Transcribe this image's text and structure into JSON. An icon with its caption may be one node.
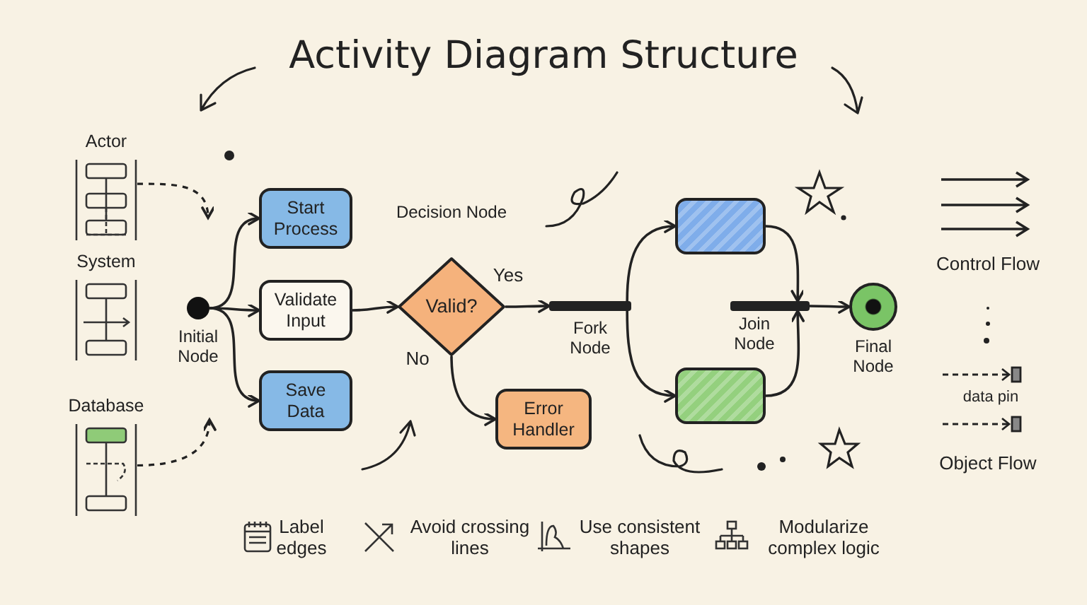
{
  "diagram": {
    "title": "Activity Diagram Structure",
    "nodes": [
      {
        "text": [],
        "shape": "circle",
        "beside": [
          "Initial Node"
        ]
      },
      {
        "text": [
          "Start Process"
        ]
      },
      {
        "text": [
          "Validate Input"
        ]
      },
      {
        "text": [
          "Save Data"
        ]
      },
      {
        "text": [
          "Decision Node",
          "Valid?"
        ]
      },
      {
        "text": [],
        "shape": "bar",
        "beside": [
          "Fork Node"
        ]
      },
      {
        "text": [
          "Error Handler"
        ]
      },
      {
        "text": [],
        "shape": "box"
      },
      {
        "text": [],
        "shape": "box"
      },
      {
        "text": [],
        "shape": "bar",
        "beside": [
          "Join Node"
        ]
      },
      {
        "text": [],
        "shape": "circle",
        "beside": [
          "Final Node"
        ]
      },
      {
        "text": [
          "Actor"
        ]
      },
      {
        "text": [
          "System"
        ]
      },
      {
        "text": [
          "Database"
        ]
      }
    ],
    "edges": [
      {
        "from": 0,
        "to": 1,
        "arrow": "to"
      },
      {
        "from": 0,
        "to": 2,
        "arrow": "to"
      },
      {
        "from": 0,
        "to": 3,
        "arrow": "to"
      },
      {
        "from": 2,
        "to": 4,
        "arrow": "to"
      },
      {
        "from": 4,
        "to": 5,
        "arrow": "to",
        "label": "Yes"
      },
      {
        "from": 4,
        "to": 6,
        "arrow": "to",
        "label": "No"
      },
      {
        "from": 5,
        "to": 7,
        "arrow": "to"
      },
      {
        "from": 5,
        "to": 8,
        "arrow": "to"
      },
      {
        "from": 7,
        "to": 9,
        "arrow": "to"
      },
      {
        "from": 8,
        "to": 9,
        "arrow": "to"
      },
      {
        "from": 9,
        "to": 10,
        "arrow": "to"
      },
      {
        "from": 11,
        "to": null,
        "arrow": "to",
        "style": "dashed"
      },
      {
        "from": 13,
        "to": null,
        "arrow": "to",
        "style": "dashed"
      }
    ],
    "labels": [
      "data pin",
      "Label edges",
      "Avoid crossing lines",
      "Use consistent shapes",
      "Modularize complex logic"
    ],
    "legend": [
      {
        "text": "Control Flow"
      },
      {
        "text": "Object Flow"
      }
    ]
  }
}
